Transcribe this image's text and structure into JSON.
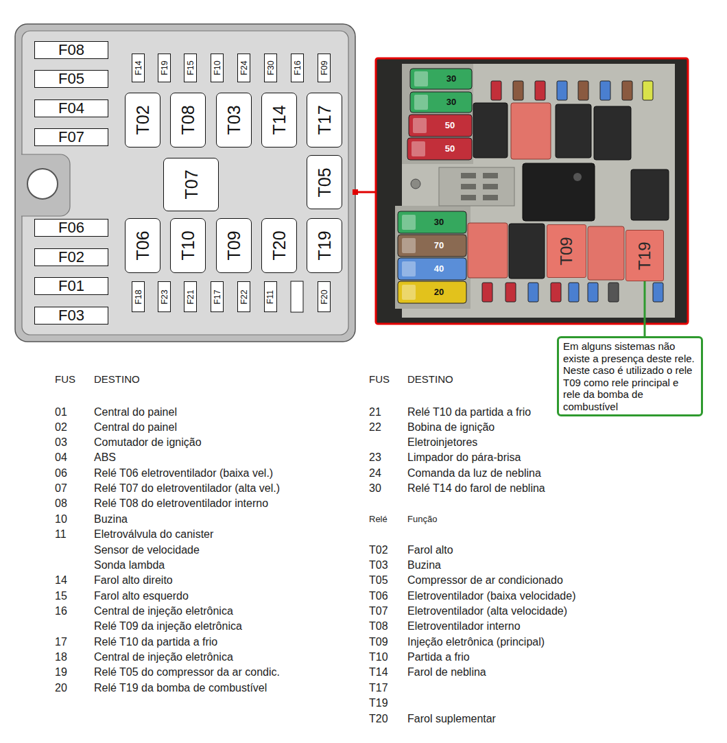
{
  "diagram": {
    "nodes": [
      {
        "text": [
          "F08"
        ]
      },
      {
        "text": [
          "F14"
        ]
      },
      {
        "text": [
          "F19"
        ]
      },
      {
        "text": [
          "F15"
        ]
      },
      {
        "text": [
          "F10"
        ]
      },
      {
        "text": [
          "F24"
        ]
      },
      {
        "text": [
          "F30"
        ]
      },
      {
        "text": [
          "F16"
        ]
      },
      {
        "text": [
          "F09"
        ]
      },
      {
        "text": [
          "F05"
        ]
      },
      {
        "text": [
          "T02"
        ]
      },
      {
        "text": [
          "T08"
        ]
      },
      {
        "text": [
          "T03"
        ]
      },
      {
        "text": [
          "T14"
        ]
      },
      {
        "text": [
          "T17"
        ]
      },
      {
        "text": [
          "F04"
        ]
      },
      {
        "text": [
          "F07"
        ]
      },
      {
        "text": [
          "T07"
        ]
      },
      {
        "text": [
          "T05"
        ]
      },
      {
        "text": [
          "F06"
        ]
      },
      {
        "text": [
          "T06"
        ]
      },
      {
        "text": [
          "T10"
        ]
      },
      {
        "text": [
          "T09"
        ]
      },
      {
        "text": [
          "T20"
        ]
      },
      {
        "text": [
          "T19"
        ]
      },
      {
        "text": [
          "F02"
        ]
      },
      {
        "text": [
          "F01"
        ]
      },
      {
        "text": [
          "F18"
        ]
      },
      {
        "text": [
          "F23"
        ]
      },
      {
        "text": [
          "F21"
        ]
      },
      {
        "text": [
          "F17"
        ]
      },
      {
        "text": [
          "F22"
        ]
      },
      {
        "text": [
          "F11"
        ]
      },
      {
        "text": [
          "F20"
        ]
      },
      {
        "text": [
          "F03"
        ]
      },
      {
        "text": [
          "T09"
        ]
      },
      {
        "text": [
          "T19"
        ]
      },
      {
        "text": [
          "Em alguns sistemas não existe a presença deste rele. Neste caso é utilizado o rele T09 como rele principal e rele da bomba de combustível"
        ]
      }
    ],
    "edges": [
      {
        "from": 36,
        "to": 37,
        "arrow": "none"
      }
    ],
    "labels": [
      "FUS",
      "DESTINO",
      "01",
      "Central do painel",
      "02",
      "Central do painel",
      "03",
      "Comutador de ignição",
      "04",
      "ABS",
      "06",
      "Relé T06 eletroventilador (baixa vel.)",
      "07",
      "Relé T07 do eletroventilador (alta vel.)",
      "08",
      "Relé T08 do eletroventilador interno",
      "10",
      "Buzina",
      "11",
      "Eletroválvula do canister",
      "Sensor de velocidade",
      "Sonda lambda",
      "14",
      "Farol alto direito",
      "15",
      "Farol alto esquerdo",
      "16",
      "Central de injeção eletrônica",
      "Relé T09 da injeção eletrônica",
      "17",
      "Relé T10 da partida a frio",
      "18",
      "Central de injeção eletrônica",
      "19",
      "Relé T05 do compressor da ar condic.",
      "20",
      "Relé T19 da bomba de combustível",
      "FUS",
      "DESTINO",
      "21",
      "Relé T10 da partida a frio",
      "22",
      "Bobina de ignição",
      "Eletroinjetores",
      "23",
      "Limpador do pára-brisa",
      "24",
      "Comanda da luz de neblina",
      "30",
      "Relé T14 do farol de neblina",
      "Relé",
      "Função",
      "T02",
      "Farol alto",
      "T03",
      "Buzina",
      "T05",
      "Compressor de ar condicionado",
      "T06",
      "Eletroventilador (baixa velocidade)",
      "T07",
      "Eletroventilador (alta velocidade)",
      "T08",
      "Eletroventilador interno",
      "T09",
      "Injeção eletrônica (principal)",
      "T10",
      "Partida a frio",
      "T14",
      "Farol de neblina",
      "T17",
      "T19",
      "T20",
      "Farol suplementar",
      "30",
      "30",
      "50",
      "50",
      "30",
      "70",
      "40",
      "20"
    ]
  }
}
